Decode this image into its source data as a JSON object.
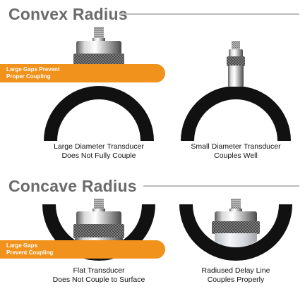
{
  "sections": {
    "convex": {
      "title": "Convex Radius"
    },
    "concave": {
      "title": "Concave Radius"
    }
  },
  "panels": {
    "convex_large": {
      "caption_line1": "Large Diameter Transducer",
      "caption_line2": "Does Not Fully Couple"
    },
    "convex_small": {
      "caption_line1": "Small Diameter Transducer",
      "caption_line2": "Couples Well"
    },
    "concave_flat": {
      "caption_line1": "Flat Transducer",
      "caption_line2": "Does Not Couple to Surface"
    },
    "concave_delay": {
      "caption_line1": "Radiused Delay Line",
      "caption_line2": "Couples Properly"
    }
  },
  "callouts": {
    "convex": {
      "line1": "Large Gaps Prevent",
      "line2": "Proper Coupling"
    },
    "concave": {
      "line1": "Large Gaps",
      "line2": "Prevent Coupling"
    }
  },
  "colors": {
    "title": "#6a6a6a",
    "callout": "#f0921c",
    "part": "#111111",
    "rule": "#bdbdbd"
  }
}
